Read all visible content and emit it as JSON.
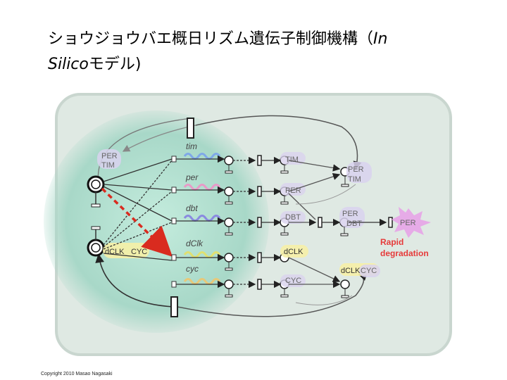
{
  "title": {
    "line1": "ショウジョウバエ概日リズム遺伝子制御機構（",
    "in_word": "In",
    "line2_italic": "Silico",
    "line2_rest": "モデル)"
  },
  "genes": [
    "tim",
    "per",
    "dbt",
    "dClk",
    "cyc"
  ],
  "protein_labels": {
    "per_left": "PER",
    "tim_left": "TIM",
    "tim_mid": "TIM",
    "per_mid": "PER",
    "dbt_mid": "DBT",
    "dclk_left": "dCLK",
    "cyc_left": "CYC",
    "dclk_mid": "dCLK",
    "cyc_mid": "CYC",
    "per_tim_complex_per": "PER",
    "per_tim_complex_tim": "TIM",
    "per_dbt_complex_per": "PER",
    "per_dbt_complex_dbt": "DBT",
    "dclk_cyc_complex_dclk": "dCLK",
    "dclk_cyc_complex_cyc": "CYC",
    "per_degraded": "PER"
  },
  "annotation": {
    "line1": "Rapid",
    "line2": "degradation",
    "color": "#e63a3a"
  },
  "colors": {
    "cell_bg": "#dfe9e3",
    "nucleus": "#a8d8c8",
    "protein_bubble": "#d9d2ee",
    "highlight_yellow": "#f6f0a6",
    "burst_pink": "#e8a0e8"
  },
  "copyright": "Copyright 2010 Masao Nagasaki"
}
